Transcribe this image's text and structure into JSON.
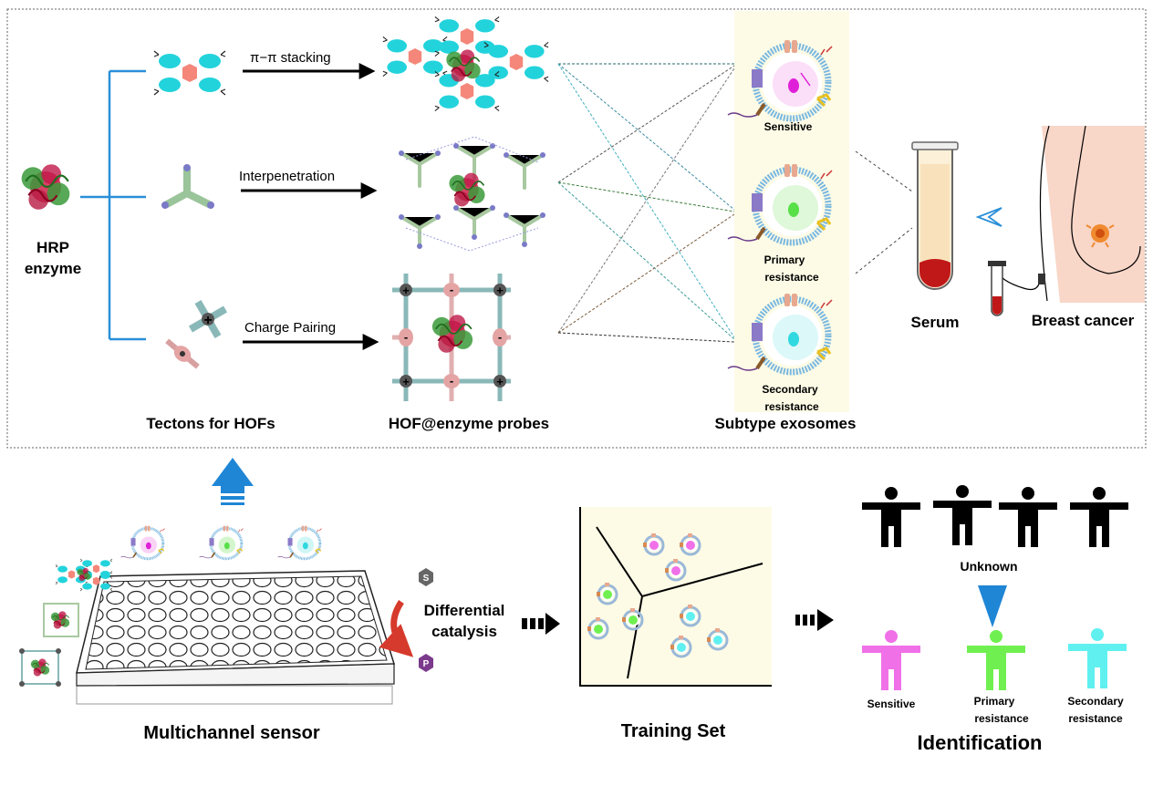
{
  "top_panel": {
    "hrp": {
      "line1": "HRP",
      "line2": "enzyme"
    },
    "interactions": [
      "π−π stacking",
      "Interpenetration",
      "Charge Pairing"
    ],
    "charge_symbols": {
      "plus": "+",
      "minus": "-"
    },
    "column_titles": {
      "tectons": "Tectons for HOFs",
      "probes": "HOF@enzyme probes",
      "exosomes": "Subtype exosomes"
    },
    "exosome_labels": {
      "sensitive": "Sensitive",
      "primary_1": "Primary",
      "primary_2": "resistance",
      "secondary_1": "Secondary",
      "secondary_2": "resistance"
    },
    "serum": "Serum",
    "breast_cancer": "Breast cancer"
  },
  "bottom_panel": {
    "multichannel": "Multichannel sensor",
    "differential_1": "Differential",
    "differential_2": "catalysis",
    "substrate": "S",
    "product": "P",
    "training_set": "Training Set",
    "unknown": "Unknown",
    "identification": "Identification",
    "id_labels": {
      "sensitive": "Sensitive",
      "primary_1": "Primary",
      "primary_2": "resistance",
      "secondary_1": "Secondary",
      "secondary_2": "resistance"
    }
  },
  "colors": {
    "blue_tree": "#2a8fd8",
    "cyan_tecton": "#22d3dc",
    "salmon_core": "#f4877a",
    "sensitive": "#f070e8",
    "primary": "#70f050",
    "secondary": "#60f0f0",
    "exosome_panel_bg": "#fdfbe6",
    "arrow_blue": "#1f86d6",
    "catalysis_red": "#d63a2c",
    "product_purple": "#7b3a8c",
    "substrate_grey": "#666666",
    "breast_skin": "#f8d6c8"
  },
  "icons": [
    "hrp-enzyme-icon",
    "tecton-icon",
    "hof-lattice-icon",
    "exosome-icon",
    "test-tube-icon",
    "breast-icon",
    "well-plate-icon",
    "person-icon",
    "arrow-icon"
  ]
}
